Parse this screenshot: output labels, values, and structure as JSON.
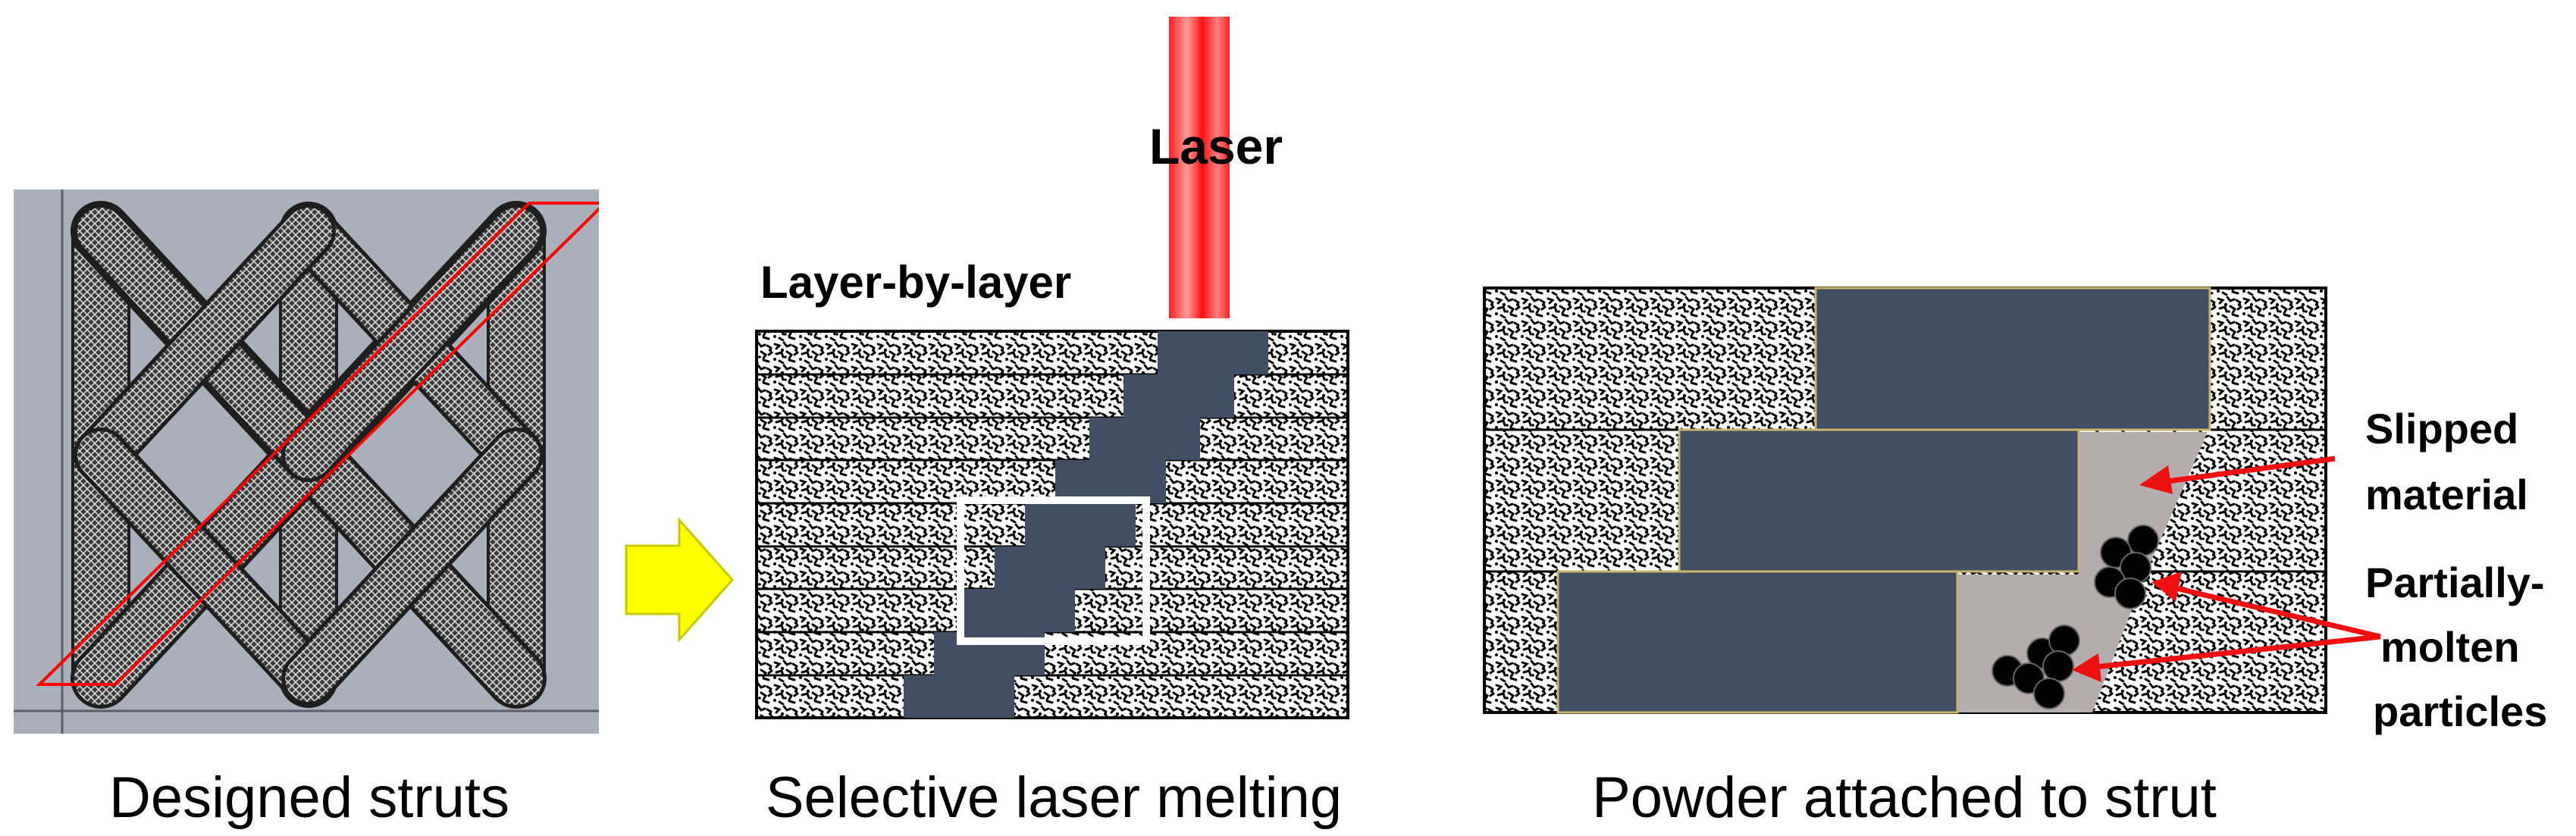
{
  "panels": {
    "designed": {
      "caption": "Designed struts"
    },
    "slm": {
      "caption": "Selective laser melting",
      "laser_label": "Laser",
      "layer_label": "Layer-by-layer"
    },
    "powder": {
      "caption": "Powder attached to strut",
      "slipped_label": [
        "Slipped",
        "material"
      ],
      "partial_label": [
        "Partially-",
        "molten",
        "particles"
      ]
    }
  },
  "colors": {
    "strut_fill": "#414e63",
    "laser_red": "#ff1a1a",
    "arrow_yellow": "#ffff00",
    "annotation_red": "#ee1111",
    "slipped_gray": "#b5adad",
    "cad_background": "#a9b0b9"
  }
}
